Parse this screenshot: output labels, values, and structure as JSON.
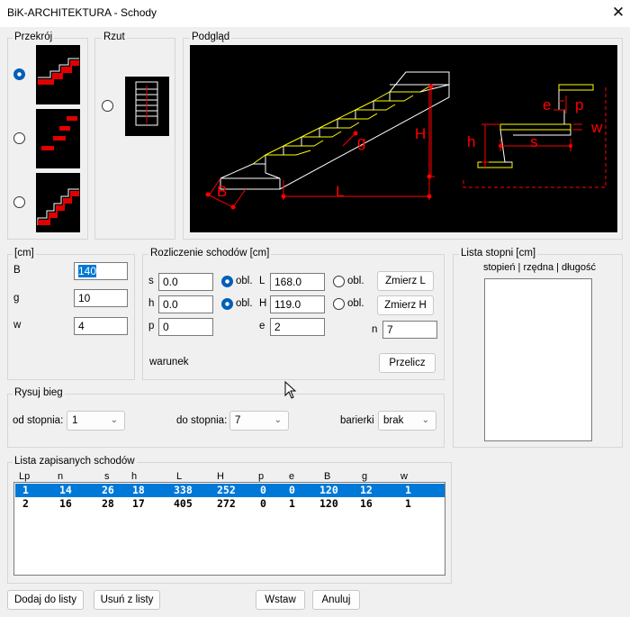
{
  "window": {
    "title": "BiK-ARCHITEKTURA - Schody",
    "close_icon": "close-icon"
  },
  "przekroj": {
    "label": "Przekrój",
    "selected_index": 0
  },
  "rzut": {
    "label": "Rzut"
  },
  "podglad": {
    "label": "Podgląd",
    "drawing_labels": {
      "B": "B",
      "g": "g",
      "L": "L",
      "H": "H",
      "e": "e",
      "p": "p",
      "w": "w",
      "s": "s",
      "h": "h"
    }
  },
  "units": {
    "label": "[cm]",
    "B": {
      "label": "B",
      "value": "140"
    },
    "g": {
      "label": "g",
      "value": "10"
    },
    "w": {
      "label": "w",
      "value": "4"
    }
  },
  "rozliczenie": {
    "label": "Rozliczenie schodów [cm]",
    "s": {
      "label": "s",
      "value": "0.0"
    },
    "h": {
      "label": "h",
      "value": "0.0"
    },
    "p": {
      "label": "p",
      "value": "0"
    },
    "L": {
      "label": "L",
      "value": "168.0"
    },
    "H": {
      "label": "H",
      "value": "119.0"
    },
    "e": {
      "label": "e",
      "value": "2"
    },
    "n": {
      "label": "n",
      "value": "7"
    },
    "obl_label": "obl.",
    "zmierz_L": "Zmierz L",
    "zmierz_H": "Zmierz H",
    "warunek": "warunek",
    "przelicz": "Przelicz"
  },
  "lista_stopni": {
    "label": "Lista stopni [cm]",
    "header": "stopień | rzędna | długość"
  },
  "rysuj": {
    "label": "Rysuj bieg",
    "od_label": "od stopnia:",
    "od_value": "1",
    "do_label": "do stopnia:",
    "do_value": "7",
    "bariery_label": "barierki",
    "bariery_value": "brak"
  },
  "lista": {
    "label": "Lista zapisanych schodów",
    "headers": [
      "Lp",
      "n",
      "s",
      "h",
      "L",
      "H",
      "p",
      "e",
      "B",
      "g",
      "w"
    ],
    "rows": [
      [
        "1",
        "14",
        "26",
        "18",
        "338",
        "252",
        "0",
        "0",
        "120",
        "12",
        "1"
      ],
      [
        "2",
        "16",
        "28",
        "17",
        "405",
        "272",
        "0",
        "1",
        "120",
        "16",
        "1"
      ]
    ],
    "selected_row": 0
  },
  "buttons": {
    "dodaj": "Dodaj do listy",
    "usun": "Usuń z listy",
    "wstaw": "Wstaw",
    "anuluj": "Anuluj"
  },
  "colors": {
    "accent": "#005fb8",
    "selection": "#0078d7",
    "stair_yellow": "#ffff00",
    "dimension_red": "#ff0000",
    "drawing_bg": "#000000"
  }
}
